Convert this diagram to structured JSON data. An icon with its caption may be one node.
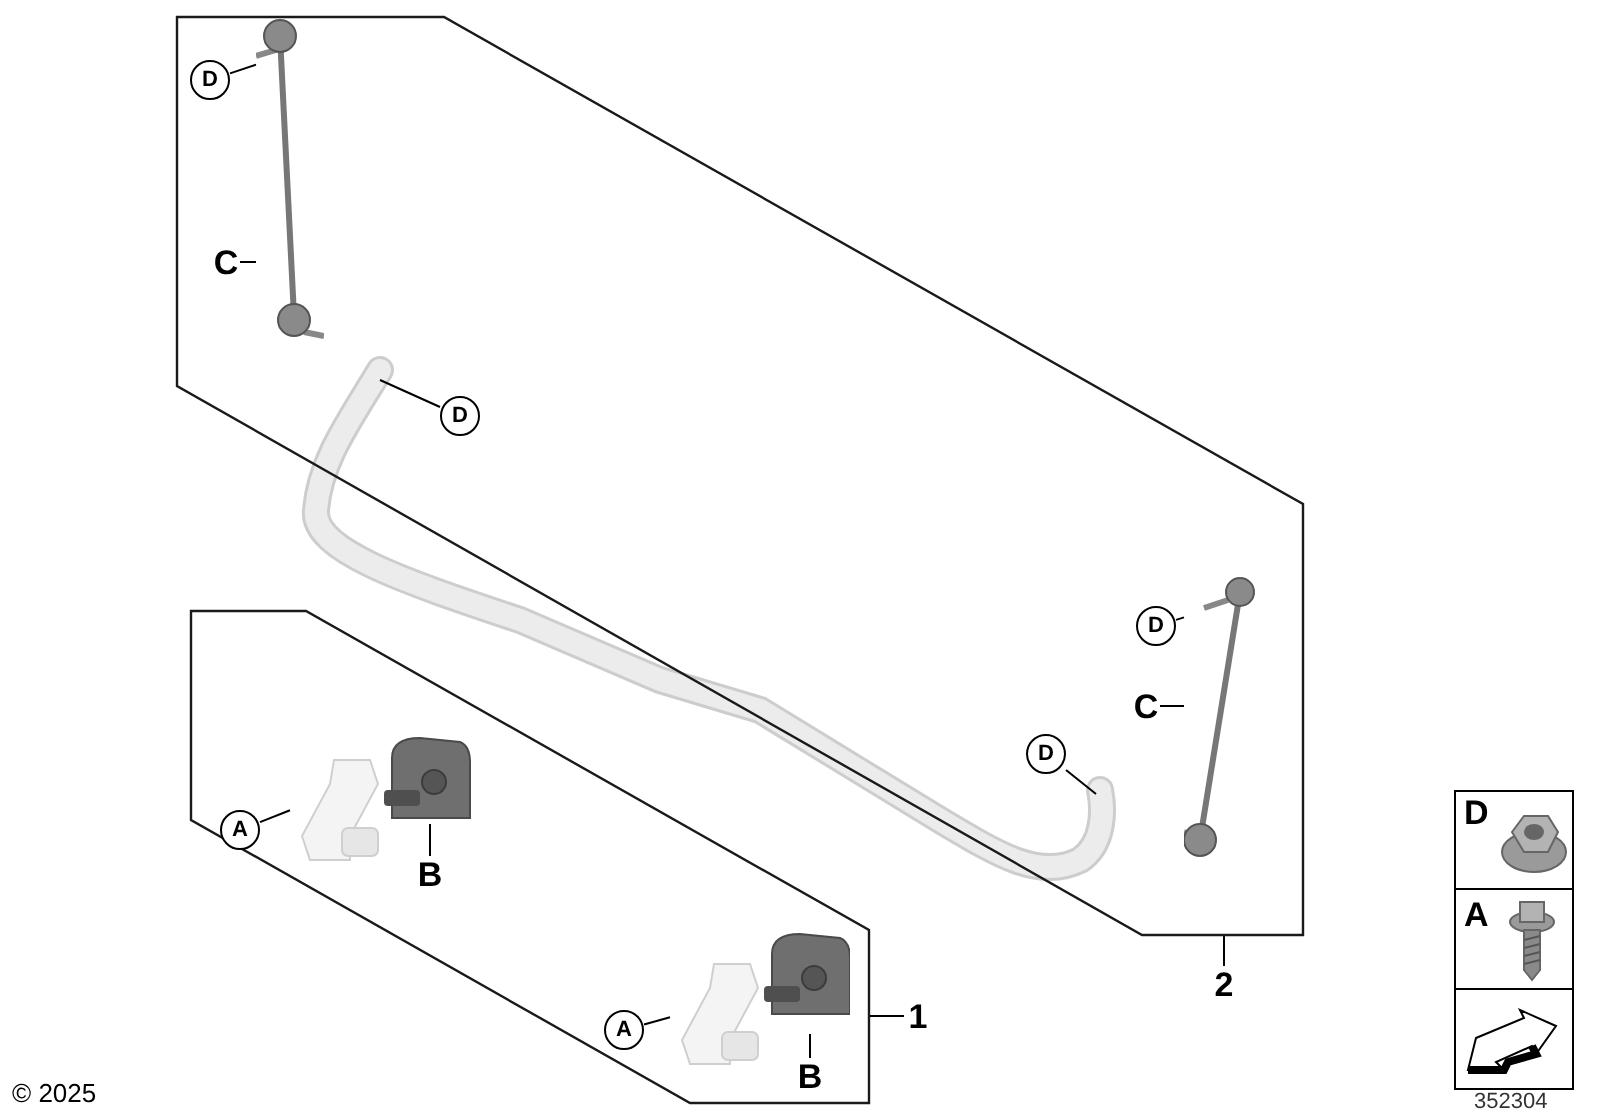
{
  "diagram": {
    "nodes": [
      {
        "text": [],
        "shape": "box"
      },
      {
        "text": [
          "D"
        ],
        "in": 0
      },
      {
        "text": [],
        "shape": "picture",
        "in": 0
      },
      {
        "text": [
          "C"
        ],
        "in": 0
      },
      {
        "text": [
          "D"
        ],
        "in": 0
      },
      {
        "text": [
          "D"
        ],
        "in": 0
      },
      {
        "text": [],
        "shape": "picture",
        "in": 0
      },
      {
        "text": [
          "C"
        ],
        "in": 0
      },
      {
        "text": [
          "D"
        ],
        "in": 0
      },
      {
        "text": [],
        "shape": "box"
      },
      {
        "text": [
          "A"
        ],
        "in": 9
      },
      {
        "text": [],
        "shape": "picture",
        "in": 9
      },
      {
        "text": [],
        "shape": "picture",
        "in": 9
      },
      {
        "text": [
          "B"
        ],
        "in": 9
      },
      {
        "text": [
          "A"
        ],
        "in": 9
      },
      {
        "text": [],
        "shape": "picture",
        "in": 9
      },
      {
        "text": [],
        "shape": "picture",
        "in": 9
      },
      {
        "text": [
          "B"
        ],
        "in": 9
      },
      {
        "text": [
          "1"
        ]
      },
      {
        "text": [
          "2"
        ]
      }
    ],
    "edges": [
      {
        "from": 1,
        "to": 2,
        "arrow": "none"
      },
      {
        "from": 3,
        "to": 2,
        "arrow": "none"
      },
      {
        "from": 4,
        "to": null,
        "arrow": "none"
      },
      {
        "from": 5,
        "to": 6,
        "arrow": "none"
      },
      {
        "from": 7,
        "to": 6,
        "arrow": "none"
      },
      {
        "from": 8,
        "to": null,
        "arrow": "none"
      },
      {
        "from": 10,
        "to": 11,
        "arrow": "none"
      },
      {
        "from": 13,
        "to": 12,
        "arrow": "none"
      },
      {
        "from": 14,
        "to": 15,
        "arrow": "none"
      },
      {
        "from": 17,
        "to": 16,
        "arrow": "none"
      },
      {
        "from": 18,
        "to": 9,
        "arrow": "none"
      },
      {
        "from": 19,
        "to": 0,
        "arrow": "none"
      }
    ],
    "labels": [
      "D",
      "A",
      "© 2025",
      "352304"
    ]
  }
}
